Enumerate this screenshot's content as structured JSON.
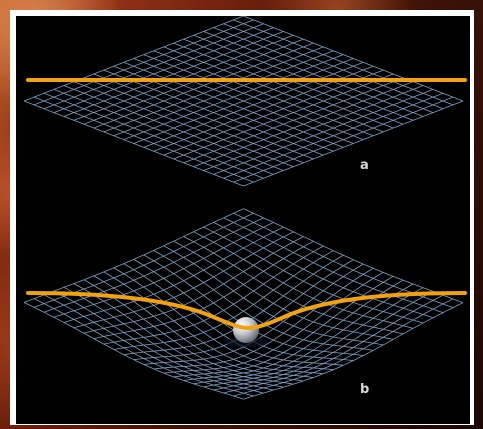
{
  "diagram": {
    "panels": [
      {
        "id": "flat-spacetime",
        "label": "a"
      },
      {
        "id": "curved-spacetime",
        "label": "b"
      }
    ],
    "colors": {
      "grid": "#7d9fc2",
      "light_ray": "#f2a20c",
      "mass": "#d6d9de",
      "background": "#000000",
      "frame": "#ffffff"
    }
  }
}
